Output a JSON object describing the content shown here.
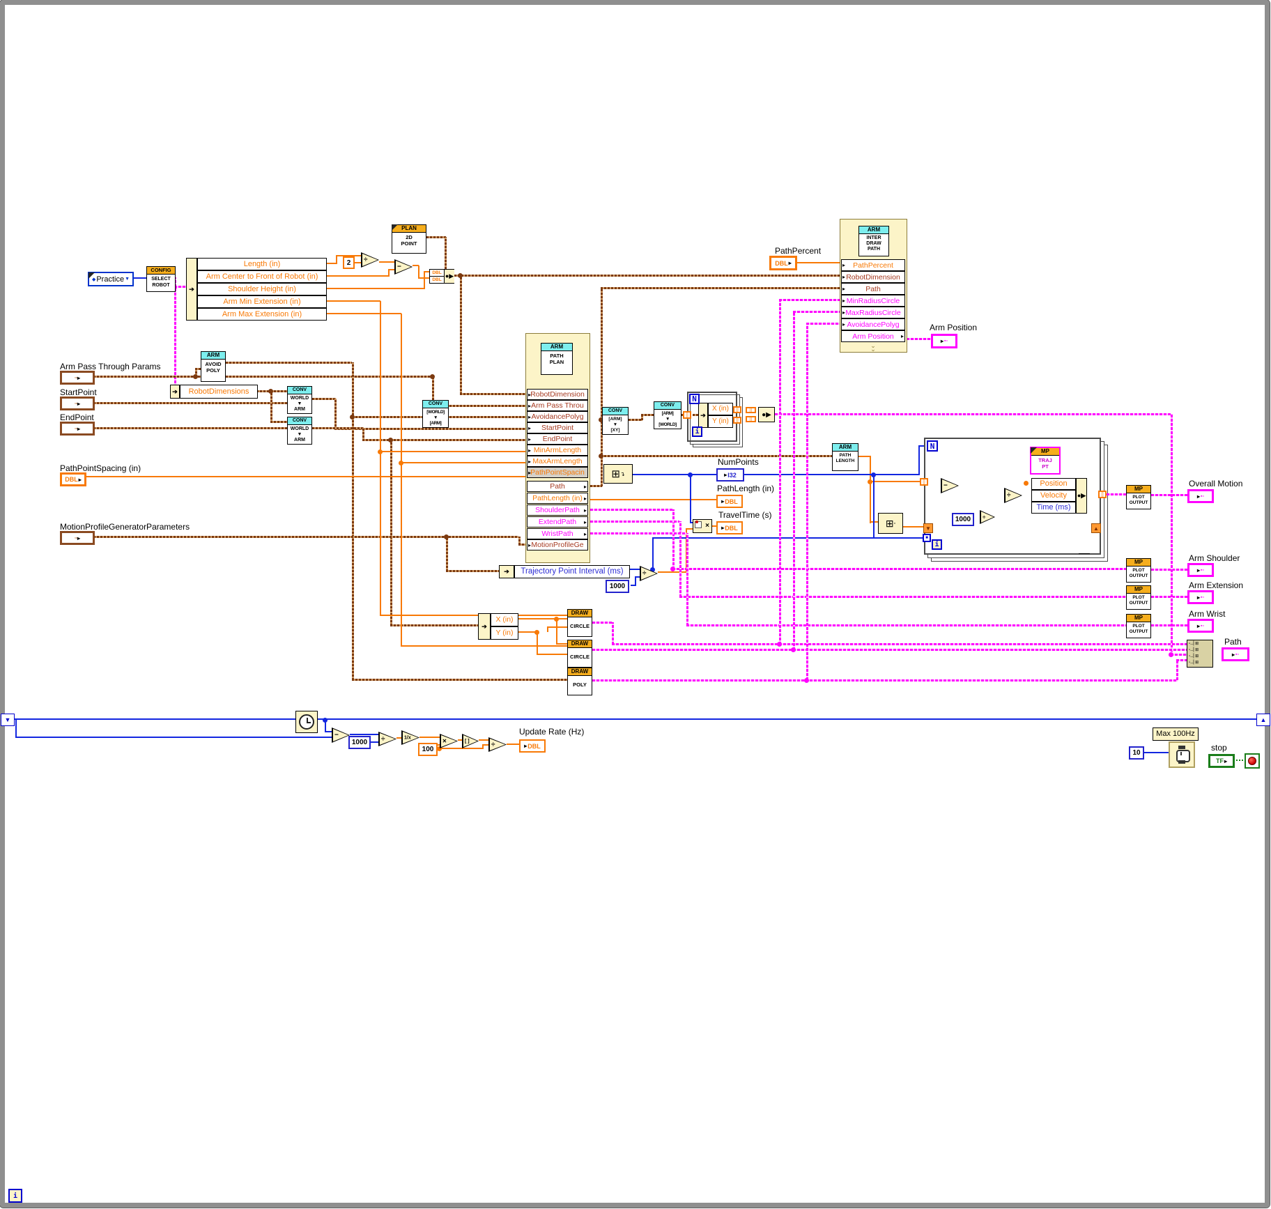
{
  "enum_value": "Practice",
  "config": {
    "header": "CONFIG",
    "body": "SELECT\nROBOT"
  },
  "cluster_rows": [
    "Length (in)",
    "Arm Center to Front of Robot (in)",
    "Shoulder Height (in)",
    "Arm Min Extension (in)",
    "Arm Max Extension (in)"
  ],
  "plan": {
    "header": "PLAN",
    "body": "2D\nPOINT"
  },
  "avoid": {
    "header": "ARM",
    "body": "AVOID\nPOLY"
  },
  "robot_dimensions": "RobotDimensions",
  "conv": {
    "header": "CONV",
    "world_arm": "WORLD\n▼\nARM",
    "worlds_arms": "[WORLD]\n▼\n[ARM]",
    "arm_xy": "[ARM]\n▼\n[XY]",
    "arm_world": "[ARM]\n▼\n[WORLD]"
  },
  "inputs": {
    "arm_pass": "Arm Pass Through Params",
    "start": "StartPoint",
    "end": "EndPoint",
    "spacing": "PathPointSpacing (in)",
    "mpg": "MotionProfileGeneratorParameters",
    "path_percent": "PathPercent"
  },
  "path_plan": {
    "header": "ARM",
    "body": "PATH\nPLAN",
    "rows": [
      "RobotDimension",
      "Arm Pass Throu",
      "AvoidancePolyg",
      "StartPoint",
      "EndPoint",
      "MinArmLength",
      "MaxArmLength",
      "PathPointSpacin",
      "Path",
      "PathLength (in)",
      "ShoulderPath",
      "ExtendPath",
      "WristPath",
      "MotionProfileGe"
    ]
  },
  "draw_path": {
    "header": "ARM",
    "body": "INTER\nDRAW\nPATH",
    "rows": [
      "PathPercent",
      "RobotDimension",
      "Path",
      "MinRadiusCircle",
      "MaxRadiusCircle",
      "AvoidancePolyg",
      "Arm Position"
    ]
  },
  "arm_position_label": "Arm Position",
  "path_length_node": {
    "header": "ARM",
    "body": "PATH\nLENGTH"
  },
  "traj": {
    "header": "MP",
    "body": "TRAJ\nPT"
  },
  "mp_rows": [
    "Position",
    "Velocity",
    "Time (ms)"
  ],
  "plot_node": {
    "header": "MP",
    "body": "PLOT\nOUTPUT"
  },
  "outputs": {
    "overall": "Overall Motion",
    "shoulder": "Arm Shoulder",
    "extension": "Arm Extension",
    "wrist": "Arm Wrist",
    "path": "Path"
  },
  "mid": {
    "numpoints": "NumPoints",
    "pathlength": "PathLength (in)",
    "traveltime": "TravelTime (s)",
    "trajectory": "Trajectory Point Interval (ms)"
  },
  "xy_rows": [
    "X (in)",
    "Y (in)"
  ],
  "draw": {
    "header": "DRAW",
    "circle": "CIRCLE",
    "poly": "POLY"
  },
  "constants": {
    "two": "2",
    "k1000": "1000",
    "hundred": "100",
    "ten": "10"
  },
  "terms": {
    "dbl": "DBL",
    "i32": "I32",
    "tf": "TF"
  },
  "ops": {
    "div": "÷",
    "sub": "−",
    "mul": "×",
    "recip": "1/x",
    "round": "[ ]"
  },
  "loop": {
    "n": "N",
    "i": "i"
  },
  "bottom": {
    "update": "Update Rate (Hz)",
    "max": "Max 100Hz",
    "stop": "stop"
  },
  "icons": {
    "down_arrow": "▼",
    "up_arrow": "▲",
    "input_arrow": "➔",
    "output_arrow": "▸",
    "enum_glyph": "◆",
    "dropdown": "▼",
    "cluster_glyph": "▫▫",
    "plot_glyph": "▪▫",
    "grid": "⊞"
  },
  "colors": {
    "orange": "#f87905",
    "magenta": "#ff00ff",
    "blue": "#1226e0",
    "brown": "#7c3a10",
    "cyan_header": "#7deeee",
    "gold_header": "#f6ae1d"
  }
}
